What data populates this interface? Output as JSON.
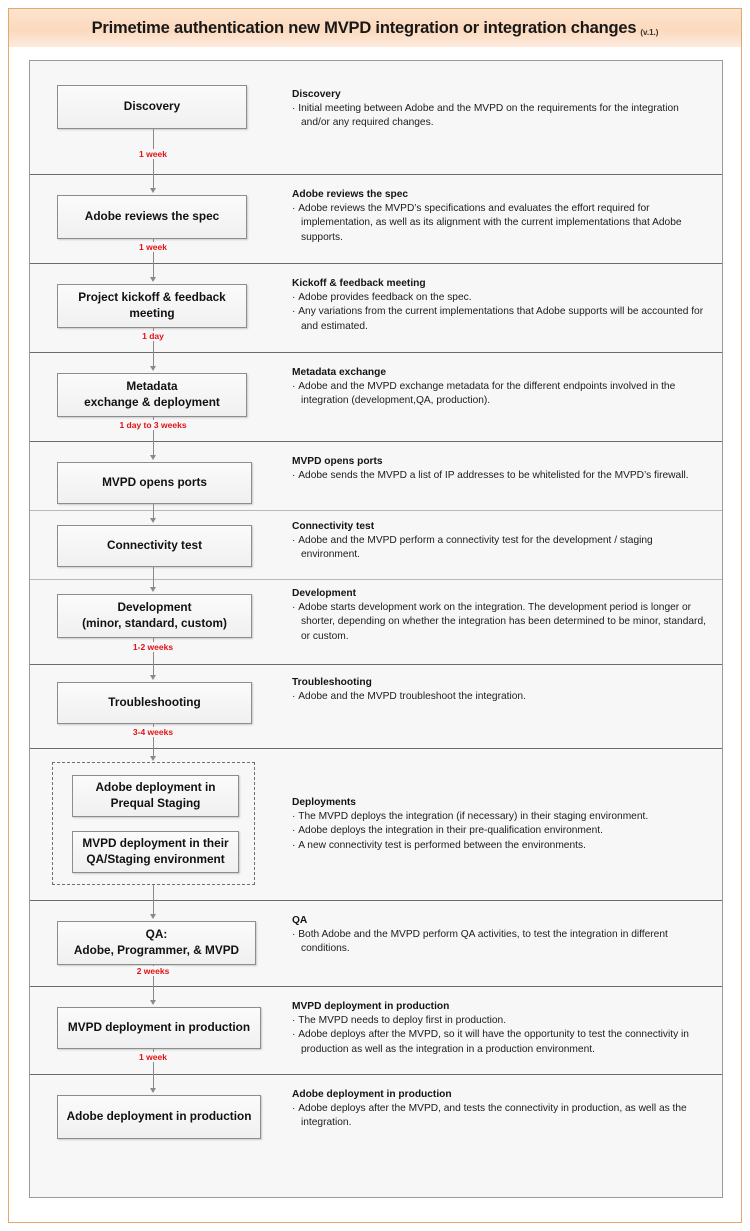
{
  "header": {
    "title": "Primetime authentication new MVPD integration or integration changes",
    "version": "(v.1.)"
  },
  "colors": {
    "frame_border": "#e0a96d",
    "banner_start": "#fde4cf",
    "banner_end": "#fdeade",
    "duration_text": "#e21212",
    "node_border": "#8d8d8d",
    "row_divider": "#6b6b6b",
    "canvas_bg": "#f7f7f7"
  },
  "steps": [
    {
      "id": "discovery",
      "node_label": "Discovery",
      "desc_title": "Discovery",
      "desc_lines": [
        "Initial meeting between Adobe and the MVPD on the requirements for the integration and/or any required changes."
      ],
      "duration": "1 week"
    },
    {
      "id": "adobe-reviews-the-spec",
      "node_label": "Adobe reviews the spec",
      "desc_title": "Adobe reviews the spec",
      "desc_lines": [
        "Adobe reviews the MVPD’s specifications and evaluates the effort required for implementation, as well as its alignment with the current implementations that Adobe supports."
      ],
      "duration": "1 week"
    },
    {
      "id": "project-kickoff-feedback-meeting",
      "node_label": "Project kickoff & feedback meeting",
      "desc_title": "Kickoff & feedback meeting",
      "desc_lines": [
        "Adobe provides feedback on the spec.",
        "Any variations from the current implementations that Adobe supports will be accounted for and estimated."
      ],
      "duration": "1 day"
    },
    {
      "id": "metadata-exchange-deployment",
      "node_label": "Metadata\nexchange & deployment",
      "desc_title": "Metadata exchange",
      "desc_lines": [
        "Adobe and the MVPD exchange metadata for the different endpoints involved in the integration (development,QA, production)."
      ],
      "duration": "1 day to 3 weeks"
    },
    {
      "id": "mvpd-opens-ports",
      "node_label": "MVPD opens ports",
      "desc_title": "MVPD opens ports",
      "desc_lines": [
        "Adobe sends the MVPD a list of IP addresses to be whitelisted for the MVPD’s firewall."
      ],
      "duration": ""
    },
    {
      "id": "connectivity-test",
      "node_label": "Connectivity test",
      "desc_title": "Connectivity test",
      "desc_lines": [
        "Adobe and the MVPD perform a connectivity test for the development / staging environment."
      ],
      "duration": ""
    },
    {
      "id": "development",
      "node_label": "Development\n(minor, standard, custom)",
      "desc_title": "Development",
      "desc_lines": [
        "Adobe starts development work on the integration. The development period is longer or shorter, depending on whether the integration has been determined to be minor, standard, or custom."
      ],
      "duration": "1-2 weeks"
    },
    {
      "id": "troubleshooting",
      "node_label": "Troubleshooting",
      "desc_title": "Troubleshooting",
      "desc_lines": [
        "Adobe and the MVPD troubleshoot the integration."
      ],
      "duration": "3-4 weeks"
    },
    {
      "id": "deployments",
      "node_label_a": "Adobe deployment in\nPrequal Staging",
      "node_label_b": "MVPD deployment in their\nQA/Staging environment",
      "desc_title": "Deployments",
      "desc_lines": [
        "The MVPD deploys the integration (if necessary) in their staging environment.",
        "Adobe deploys the integration in their pre-qualification environment.",
        "A new connectivity test is performed between the environments."
      ],
      "duration": ""
    },
    {
      "id": "qa",
      "node_label": "QA:\nAdobe, Programmer, & MVPD",
      "desc_title": "QA",
      "desc_lines": [
        "Both Adobe and the MVPD perform QA activities, to test the integration in different conditions."
      ],
      "duration": "2 weeks"
    },
    {
      "id": "mvpd-deployment-in-production",
      "node_label": "MVPD deployment in production",
      "desc_title": "MVPD deployment in production",
      "desc_lines": [
        "The MVPD needs to deploy first in production.",
        "Adobe deploys after the MVPD, so it will have the opportunity to test the connectivity in production as well as the integration in a production environment."
      ],
      "duration": "1 week"
    },
    {
      "id": "adobe-deployment-in-production",
      "node_label": "Adobe deployment in production",
      "desc_title": "Adobe deployment in production",
      "desc_lines": [
        "Adobe deploys after the MVPD, and tests the connectivity in production, as well as the integration."
      ],
      "duration": ""
    }
  ]
}
